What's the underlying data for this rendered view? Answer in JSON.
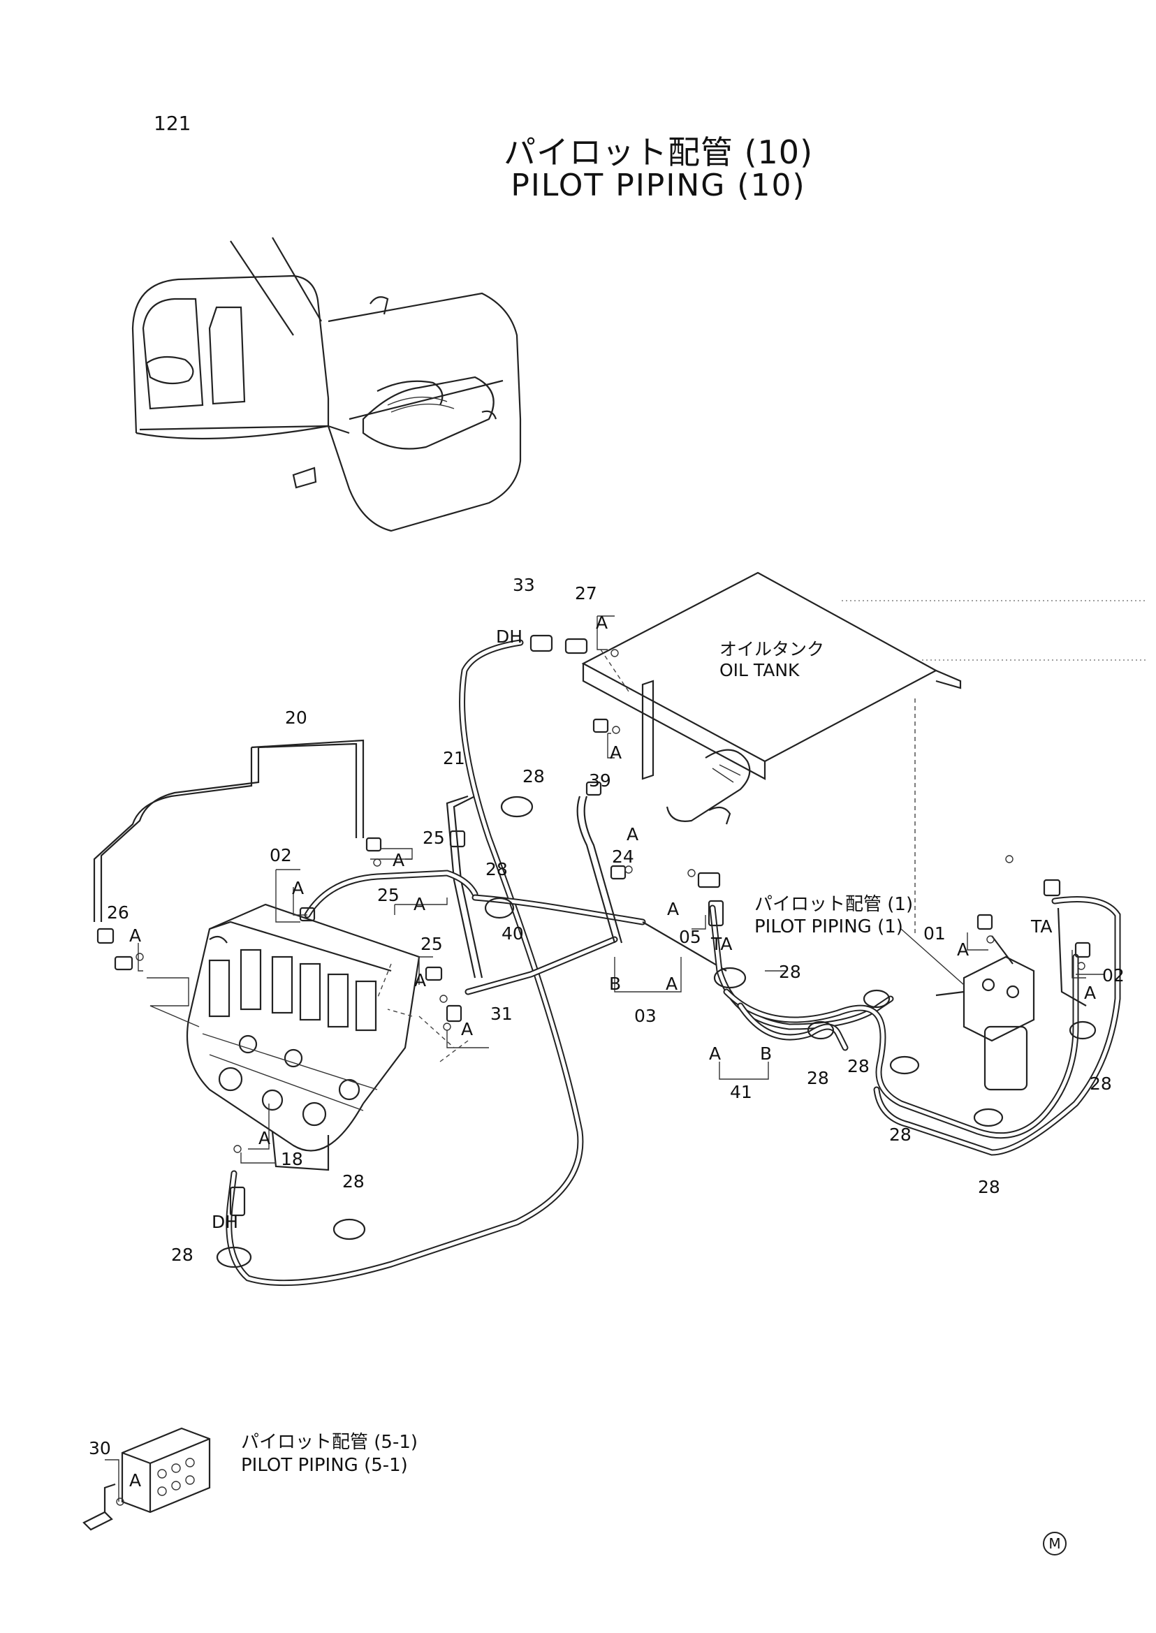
{
  "page": {
    "number": "121"
  },
  "title": {
    "jp": "パイロット配管 (10)",
    "en": "PILOT PIPING (10)"
  },
  "oil_tank": {
    "jp": "オイルタンク",
    "en": "OIL TANK"
  },
  "ref_pilot_1": {
    "jp": "パイロット配管 (1)",
    "en": "PILOT PIPING (1)"
  },
  "ref_pilot_5_1": {
    "jp": "パイロット配管 (5-1)",
    "en": "PILOT PIPING (5-1)"
  },
  "part_numbers": {
    "p01": "01",
    "p02a": "02",
    "p02b": "02",
    "p03": "03",
    "p05": "05",
    "p18": "18",
    "p20": "20",
    "p21": "21",
    "p24": "24",
    "p25a": "25",
    "p25b": "25",
    "p25c": "25",
    "p26": "26",
    "p27": "27",
    "p28": "28",
    "p30": "30",
    "p31": "31",
    "p33": "33",
    "p39": "39",
    "p40": "40",
    "p41": "41"
  },
  "port_labels": {
    "a": "A",
    "b": "B",
    "dh": "DH",
    "ta": "TA"
  },
  "mark": "M"
}
